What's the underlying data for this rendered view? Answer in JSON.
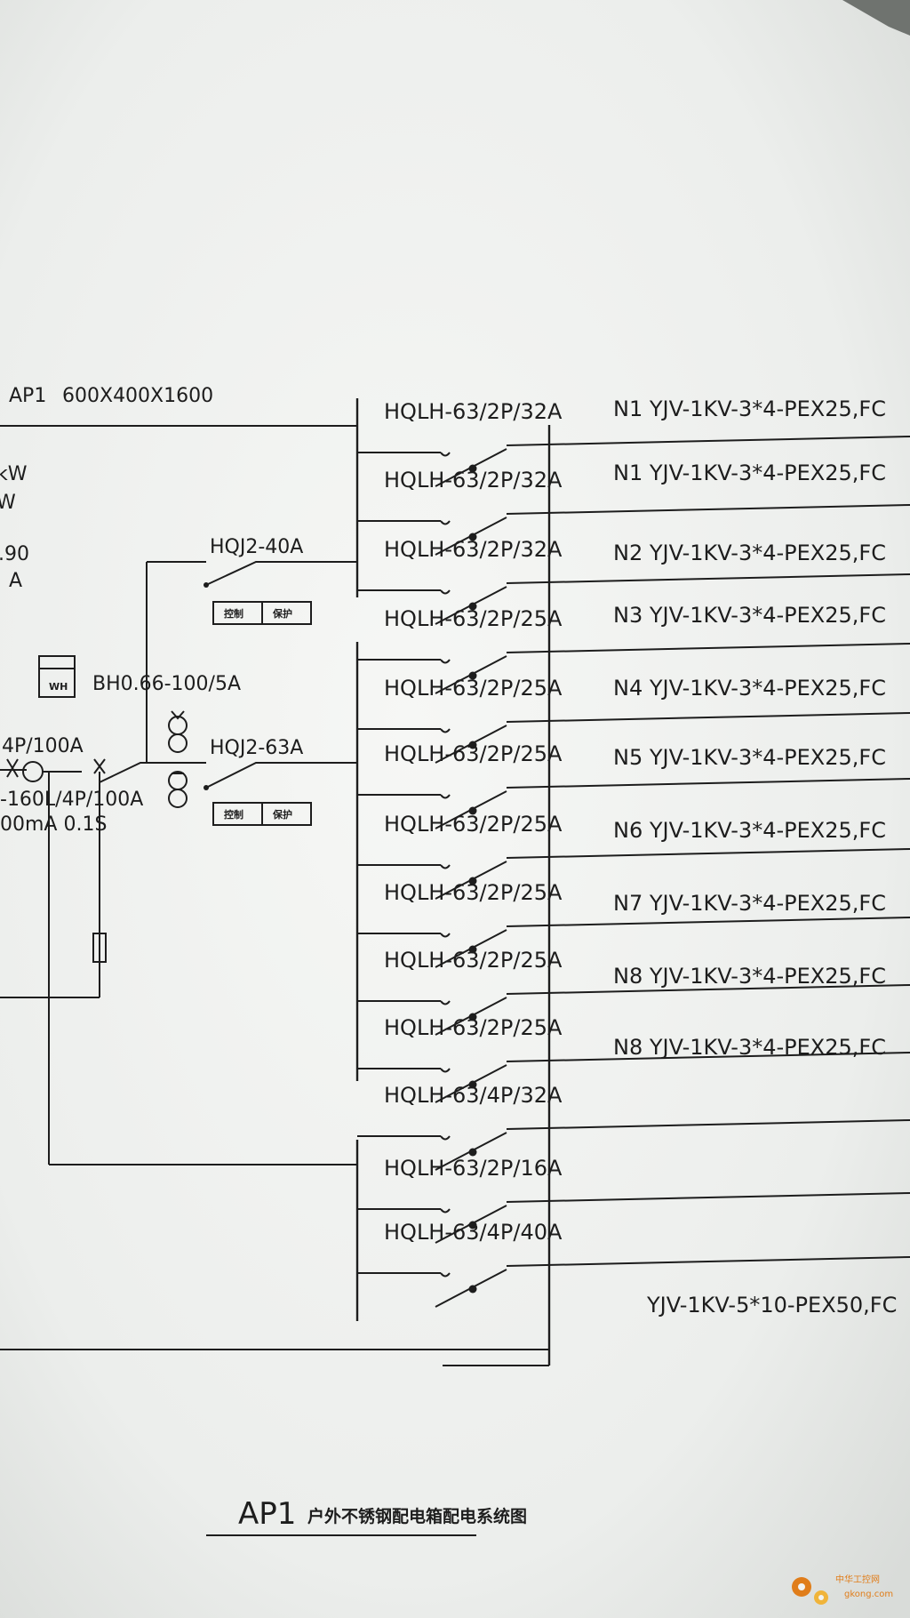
{
  "panel": {
    "name": "AP1",
    "dimensions": "600X400X1600"
  },
  "left_cut_labels": [
    "kW",
    "W",
    ".90",
    "A"
  ],
  "main_breaker": {
    "label_top": "4P/100A",
    "label_bottom": "-160L/4P/100A",
    "label_trip": "00mA  0.1S"
  },
  "meter": {
    "icon_text": "WH",
    "ct_label": "BH0.66-100/5A"
  },
  "contactors": [
    {
      "label": "HQJ2-40A",
      "box1": "控制",
      "box2": "保护"
    },
    {
      "label": "HQJ2-63A",
      "box1": "控制",
      "box2": "保护"
    }
  ],
  "branches": [
    {
      "breaker": "HQLH-63/2P/32A",
      "circuit": "N1 YJV-1KV-3*4-PEX25,FC"
    },
    {
      "breaker": "HQLH-63/2P/32A",
      "circuit": "N1 YJV-1KV-3*4-PEX25,FC"
    },
    {
      "breaker": "HQLH-63/2P/32A",
      "circuit": "N2 YJV-1KV-3*4-PEX25,FC"
    },
    {
      "breaker": "HQLH-63/2P/25A",
      "circuit": "N3 YJV-1KV-3*4-PEX25,FC"
    },
    {
      "breaker": "HQLH-63/2P/25A",
      "circuit": "N4 YJV-1KV-3*4-PEX25,FC"
    },
    {
      "breaker": "HQLH-63/2P/25A",
      "circuit": "N5 YJV-1KV-3*4-PEX25,FC"
    },
    {
      "breaker": "HQLH-63/2P/25A",
      "circuit": "N6 YJV-1KV-3*4-PEX25,FC"
    },
    {
      "breaker": "HQLH-63/2P/25A",
      "circuit": "N7 YJV-1KV-3*4-PEX25,FC"
    },
    {
      "breaker": "HQLH-63/2P/25A",
      "circuit": "N8 YJV-1KV-3*4-PEX25,FC"
    },
    {
      "breaker": "HQLH-63/2P/25A",
      "circuit": "N8 YJV-1KV-3*4-PEX25,FC"
    },
    {
      "breaker": "HQLH-63/4P/32A",
      "circuit": ""
    },
    {
      "breaker": "HQLH-63/2P/16A",
      "circuit": ""
    },
    {
      "breaker": "HQLH-63/4P/40A",
      "circuit": "YJV-1KV-5*10-PEX50,FC"
    }
  ],
  "footer": {
    "title": "AP1",
    "subtitle": "户外不锈钢配电箱配电系统图"
  },
  "watermark": {
    "text1": "中华工控网",
    "text2": "gkong.com"
  },
  "colors": {
    "paper": "#f2f3f1",
    "ink": "#1d1d1d",
    "background": "#6f736f",
    "watermark": "#e07d1a"
  }
}
